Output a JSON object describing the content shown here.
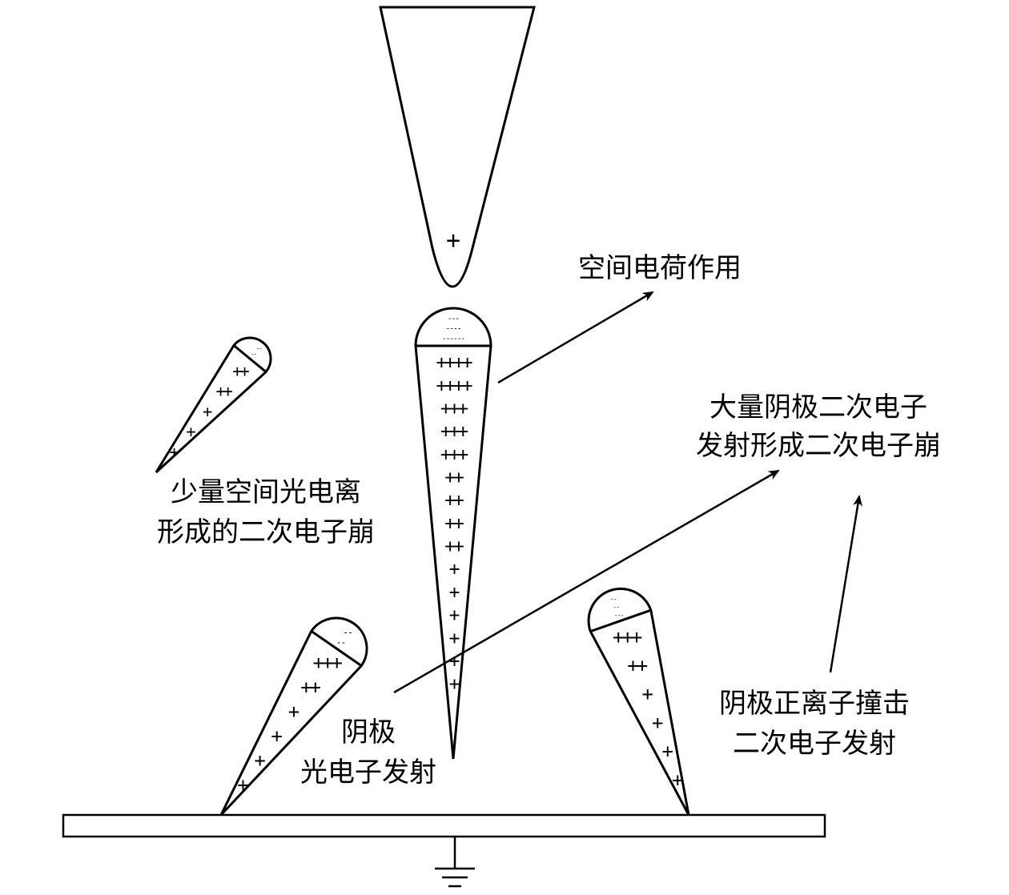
{
  "labels": {
    "space_charge": "空间电荷作用",
    "cathode_secondary_1": "大量阴极二次电子",
    "cathode_secondary_2": "发射形成二次电子崩",
    "space_photo_1": "少量空间光电离",
    "space_photo_2": "形成的二次电子崩",
    "cathode_photo_1": "阴极",
    "cathode_photo_2": "光电子发射",
    "ion_impact_1": "阴极正离子撞击",
    "ion_impact_2": "二次电子发射"
  },
  "anode_charge": "+",
  "avalanches": {
    "main": {
      "head": [
        "---",
        "----",
        "------"
      ],
      "body": [
        "++++",
        "++++",
        "+++",
        "+++",
        "+++",
        "++",
        "++",
        "++",
        "++",
        "+",
        "+",
        "+",
        "+",
        "+",
        "+"
      ]
    },
    "left_small": {
      "head": [
        "--",
        "--"
      ],
      "body": [
        "++",
        "++",
        "+",
        "+",
        "+"
      ]
    },
    "bottom_left": {
      "head": [
        "--",
        "--"
      ],
      "body": [
        "+++",
        "++",
        "+",
        "+",
        "+",
        "+"
      ]
    },
    "bottom_right": {
      "head": [
        "--",
        "--",
        "---"
      ],
      "body": [
        "+++",
        "++",
        "+",
        "+",
        "+",
        "+"
      ]
    }
  }
}
